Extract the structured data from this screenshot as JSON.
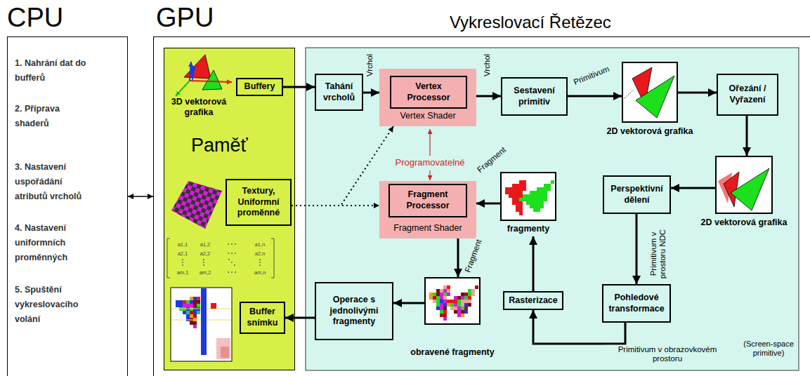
{
  "diagram": {
    "nodes": [
      {
        "text": [
          "CPU",
          "1. Nahrání dat do bufferů",
          "2. Příprava shaderů",
          "3. Nastavení uspořádání atributů vrcholů",
          "4. Nastavení uniformních proměnných",
          "5. Spuštění vykreslovacího volání"
        ]
      },
      {
        "text": [
          "GPU",
          "Vykreslovací Řetězec"
        ]
      },
      {
        "text": [
          "Paměť"
        ],
        "in": 1
      },
      {
        "text": [
          "Buffery"
        ],
        "in": 2
      },
      {
        "text": [
          "Tahání vrcholů"
        ],
        "in": 1
      },
      {
        "text": [
          "Vertex Shader"
        ],
        "in": 1
      },
      {
        "text": [
          "Vertex Processor"
        ],
        "in": 5
      },
      {
        "text": [
          "Sestavení primitiv"
        ],
        "in": 1
      },
      {
        "text": [
          "2D vektorová grafika"
        ],
        "in": 1
      },
      {
        "text": [
          "Ořezání / Vyřazení"
        ],
        "in": 1
      },
      {
        "text": [
          "Textury, Uniformní proměnné"
        ],
        "in": 2
      },
      {
        "text": [
          "Fragment Shader"
        ],
        "in": 1
      },
      {
        "text": [
          "Fragment Processor"
        ],
        "in": 11
      },
      {
        "text": [
          "fragmenty"
        ],
        "in": 1
      },
      {
        "text": [
          "Perspektivní dělení"
        ],
        "in": 1
      },
      {
        "text": [
          "2D vektorová grafika"
        ],
        "in": 1
      },
      {
        "text": [
          "Buffer snímku"
        ],
        "in": 2
      },
      {
        "text": [
          "Operace s jednolivými fragmenty"
        ],
        "in": 1
      },
      {
        "text": [
          "obravené fragmenty"
        ],
        "in": 1
      },
      {
        "text": [
          "Rasterizace"
        ],
        "in": 1
      },
      {
        "text": [
          "Pohledové transformace"
        ],
        "in": 1
      }
    ],
    "edges": [
      {
        "from": 0,
        "to": 1,
        "arrow": "both"
      },
      {
        "from": 3,
        "to": 4,
        "arrow": "to"
      },
      {
        "from": 4,
        "to": 5,
        "arrow": "to",
        "label": "Vrchol"
      },
      {
        "from": 5,
        "to": 7,
        "arrow": "to",
        "label": "Vrchol"
      },
      {
        "from": 7,
        "to": 8,
        "arrow": "to",
        "label": "Primitivum"
      },
      {
        "from": 8,
        "to": 9,
        "arrow": "to"
      },
      {
        "from": 9,
        "to": 15,
        "arrow": "to"
      },
      {
        "from": 15,
        "to": 14,
        "arrow": "to"
      },
      {
        "from": 14,
        "to": 20,
        "arrow": "to",
        "label": "Primitivum v prostoru NDC"
      },
      {
        "from": 20,
        "to": 19,
        "arrow": "to",
        "label": "Primitivum v obrazovkovém prostoru"
      },
      {
        "from": 19,
        "to": 13,
        "arrow": "to"
      },
      {
        "from": 13,
        "to": 11,
        "arrow": "to",
        "label": "Fragment"
      },
      {
        "from": 11,
        "to": 18,
        "arrow": "to",
        "label": "Fragment"
      },
      {
        "from": 18,
        "to": 17,
        "arrow": "to"
      },
      {
        "from": 17,
        "to": 16,
        "arrow": "to"
      },
      {
        "from": 10,
        "to": 11,
        "arrow": "to"
      },
      {
        "from": 10,
        "to": 5,
        "arrow": "to"
      }
    ],
    "labels": [
      "3D vektorová grafika",
      "Programovatelné",
      "(Screen-space primitive)",
      "a1,1",
      "a1,2",
      "a1,n",
      "a2,1",
      "a2,2",
      "a2,n",
      "am,1",
      "am,2",
      "am,n"
    ]
  }
}
